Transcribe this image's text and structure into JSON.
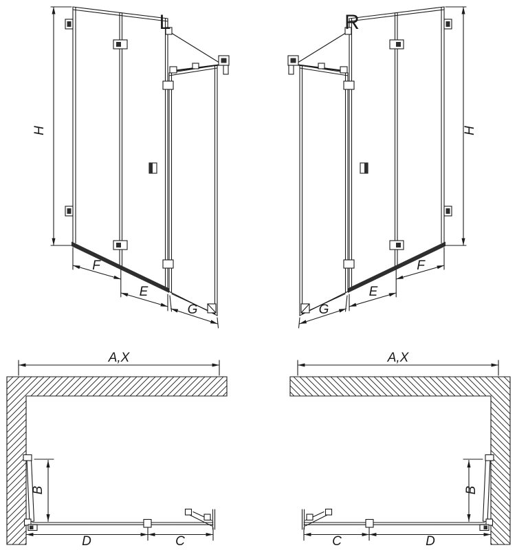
{
  "page": {
    "background": "#ffffff"
  },
  "colors": {
    "line": "#1a1a1a",
    "hardware_dark": "#2e2e2e",
    "background": "#ffffff"
  },
  "elevation_left": {
    "variant_label": "L",
    "height_label": "H",
    "panel1_label": "F",
    "panel2_label": "E",
    "side_panel_label": "G"
  },
  "elevation_right": {
    "variant_label": "R",
    "height_label": "H",
    "panel1_label": "F",
    "panel2_label": "E",
    "side_panel_label": "G"
  },
  "plan_left": {
    "overall_width_label": "A,X",
    "door_depth_label": "B",
    "segment_d_label": "D",
    "segment_c_label": "C"
  },
  "plan_right": {
    "overall_width_label": "A,X",
    "door_depth_label": "B",
    "segment_d_label": "D",
    "segment_c_label": "C"
  }
}
